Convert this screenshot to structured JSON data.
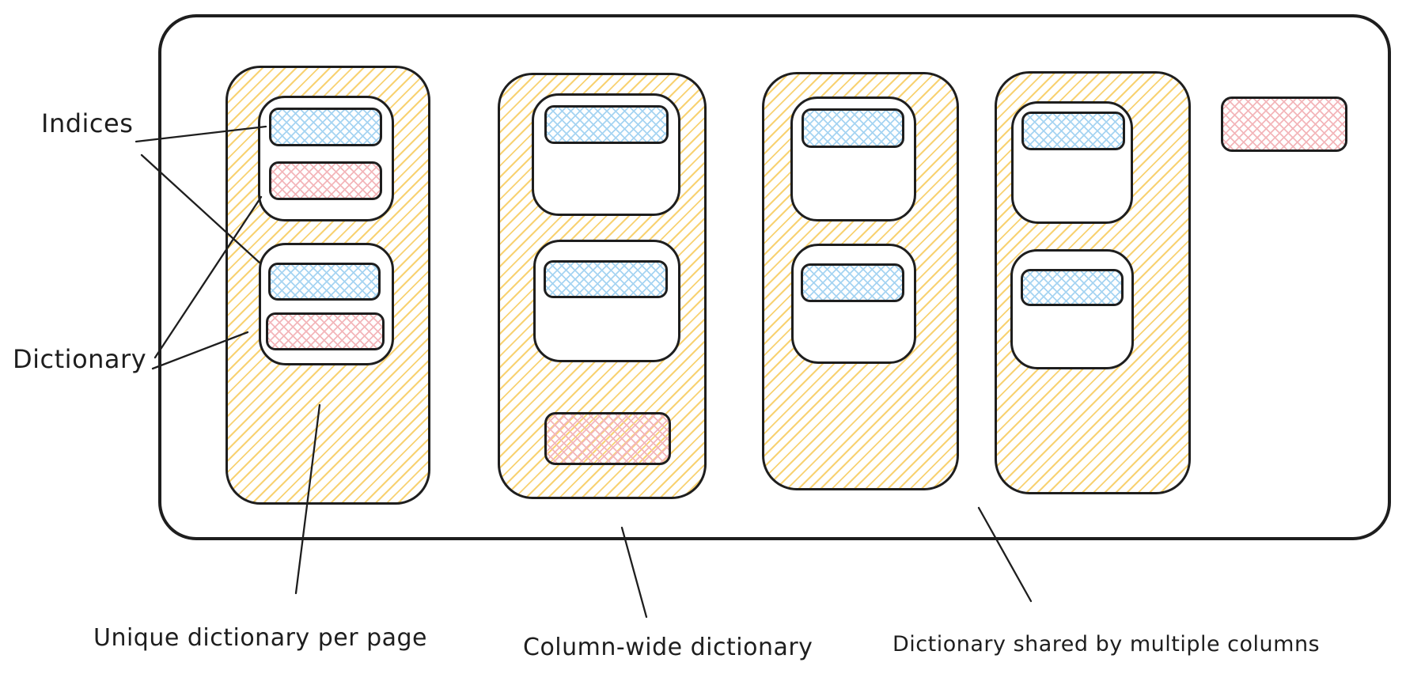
{
  "labels": {
    "indices": "Indices",
    "dictionary": "Dictionary"
  },
  "captions": {
    "per_page": "Unique dictionary per page",
    "column_wide": "Column-wide dictionary",
    "shared": "Dictionary shared by multiple columns"
  },
  "colors": {
    "stroke": "#1e1e1e",
    "yellow_hatch": "#f8d272",
    "blue_hatch": "#a6d4f2",
    "pink_hatch": "#f3b6ba",
    "canvas_bg": "#ffffff"
  },
  "structure": {
    "columns": [
      {
        "id": 1,
        "pages": 2,
        "each_page_contains": [
          "indices",
          "dictionary"
        ],
        "dictionary_scope": "per-page"
      },
      {
        "id": 2,
        "pages": 2,
        "each_page_contains": [
          "indices"
        ],
        "dictionary_scope": "column-wide",
        "has_column_level_dictionary": true
      },
      {
        "id": 3,
        "pages": 2,
        "each_page_contains": [
          "indices"
        ],
        "dictionary_scope": "shared-across-columns"
      },
      {
        "id": 4,
        "pages": 2,
        "each_page_contains": [
          "indices"
        ],
        "dictionary_scope": "shared-across-columns"
      }
    ],
    "shared_dictionary_outside_columns": true
  }
}
